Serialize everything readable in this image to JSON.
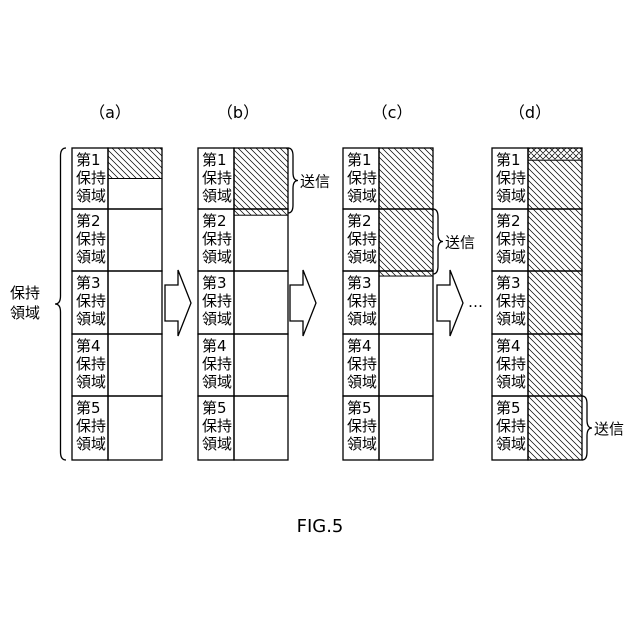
{
  "caption": "FIG.5",
  "ellipsis": "…",
  "group_label": {
    "line1": "保持",
    "line2": "領域"
  },
  "regions": [
    {
      "line1": "第1",
      "line2": "保持",
      "line3": "領域"
    },
    {
      "line1": "第2",
      "line2": "保持",
      "line3": "領域"
    },
    {
      "line1": "第3",
      "line2": "保持",
      "line3": "領域"
    },
    {
      "line1": "第4",
      "line2": "保持",
      "line3": "領域"
    },
    {
      "line1": "第5",
      "line2": "保持",
      "line3": "領域"
    }
  ],
  "stages": [
    {
      "header": "（a）",
      "fill": [
        0.5,
        0,
        0,
        0,
        0
      ]
    },
    {
      "header": "（b）",
      "fill": [
        1,
        0.1,
        0,
        0,
        0
      ],
      "send_label": "送信"
    },
    {
      "header": "（c）",
      "fill": [
        1,
        1,
        0.08,
        0,
        0
      ],
      "send_label": "送信"
    },
    {
      "header": "（d）",
      "fill": [
        1,
        1,
        1,
        1,
        1
      ],
      "overlap": [
        0.2,
        0,
        0,
        0,
        0
      ],
      "send_label": "送信"
    }
  ]
}
